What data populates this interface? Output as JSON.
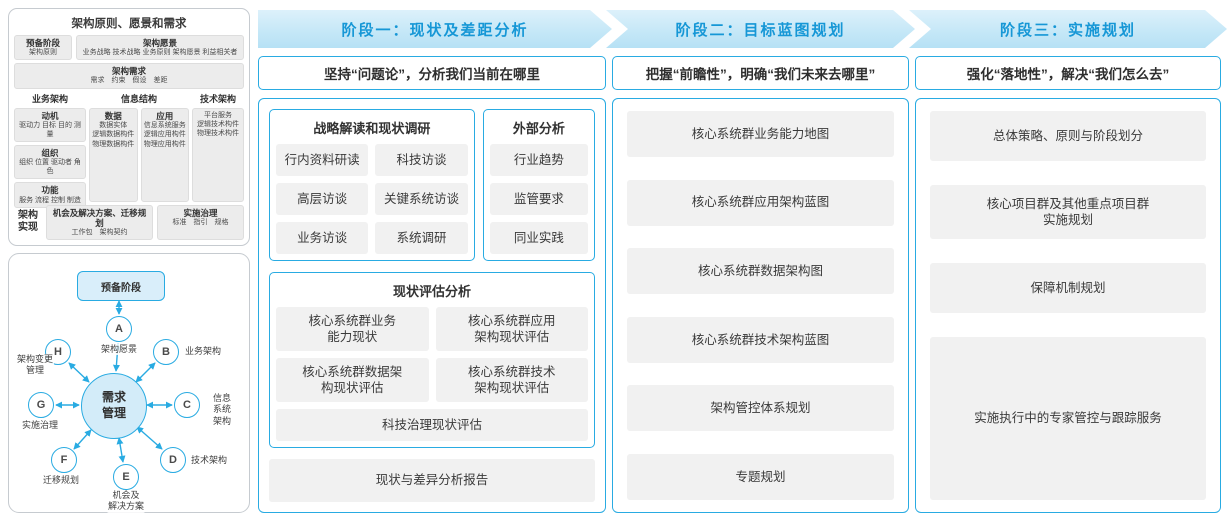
{
  "colors": {
    "accent": "#29abe2",
    "header_text": "#1697d6",
    "item_bg": "#f1f1f1"
  },
  "framework": {
    "title": "架构原则、愿景和需求",
    "prep_title": "预备阶段",
    "prep_item": "架构原则",
    "vision_title": "架构愿景",
    "vision_items": "业务战略 技术战略 业务原则 架构愿景 利益相关者",
    "req_title": "架构需求",
    "req_items": "需求　约束　假设　差距",
    "biz": {
      "title": "业务架构",
      "groups": [
        {
          "t": "动机",
          "i": "驱动力 目标 目的 测量"
        },
        {
          "t": "组织",
          "i": "组织 位置 驱动者 角色"
        },
        {
          "t": "功能",
          "i": "服务 流程 控制 制造"
        }
      ]
    },
    "info": {
      "title": "信息结构",
      "data_title": "数据",
      "data_items": [
        "数据实体",
        "逻辑数据构件",
        "物理数据构件"
      ],
      "app_title": "应用",
      "app_items": [
        "信息系统服务",
        "逻辑应用构件",
        "物理应用构件"
      ]
    },
    "tech": {
      "title": "技术架构",
      "items": [
        "平台服务",
        "逻辑技术构件",
        "物理技术构件"
      ]
    },
    "impl_label": "架构实现",
    "impl1_title": "机会及解决方案、迁移规划",
    "impl1_items": "工作包　架构契约",
    "impl2_title": "实施治理",
    "impl2_items": "标准　指引　规格"
  },
  "adm": {
    "prep": "预备阶段",
    "center": "需求\n管理",
    "nodes": [
      {
        "letter": "A",
        "label": "架构愿景"
      },
      {
        "letter": "B",
        "label": "业务架构"
      },
      {
        "letter": "C",
        "label": "信息系统\n架构"
      },
      {
        "letter": "D",
        "label": "技术架构"
      },
      {
        "letter": "E",
        "label": "机会及\n解决方案"
      },
      {
        "letter": "F",
        "label": "迁移规划"
      },
      {
        "letter": "G",
        "label": "实施治理"
      },
      {
        "letter": "H",
        "label": "架构变更\n管理"
      }
    ]
  },
  "phases": [
    {
      "header": "阶段一：现状及差距分析",
      "subtitle": "坚持“问题论”，分析我们当前在哪里",
      "groups": {
        "research": {
          "title": "战略解读和现状调研",
          "items": [
            "行内资料研读",
            "科技访谈",
            "高层访谈",
            "关键系统访谈",
            "业务访谈",
            "系统调研"
          ]
        },
        "external": {
          "title": "外部分析",
          "items": [
            "行业趋势",
            "监管要求",
            "同业实践"
          ]
        },
        "assessment": {
          "title": "现状评估分析",
          "items": [
            "核心系统群业务\n能力现状",
            "核心系统群应用\n架构现状评估",
            "核心系统群数据架\n构现状评估",
            "核心系统群技术\n架构现状评估",
            "科技治理现状评估"
          ]
        }
      },
      "footer": "现状与差异分析报告"
    },
    {
      "header": "阶段二：目标蓝图规划",
      "subtitle": "把握“前瞻性”，明确“我们未来去哪里”",
      "items": [
        "核心系统群业务能力地图",
        "核心系统群应用架构蓝图",
        "核心系统群数据架构图",
        "核心系统群技术架构蓝图",
        "架构管控体系规划",
        "专题规划"
      ]
    },
    {
      "header": "阶段三：实施规划",
      "subtitle": "强化“落地性”，解决“我们怎么去”",
      "items": [
        "总体策略、原则与阶段划分",
        "核心项目群及其他重点项目群\n实施规划",
        "保障机制规划",
        "实施执行中的专家管控与跟踪服务"
      ]
    }
  ]
}
